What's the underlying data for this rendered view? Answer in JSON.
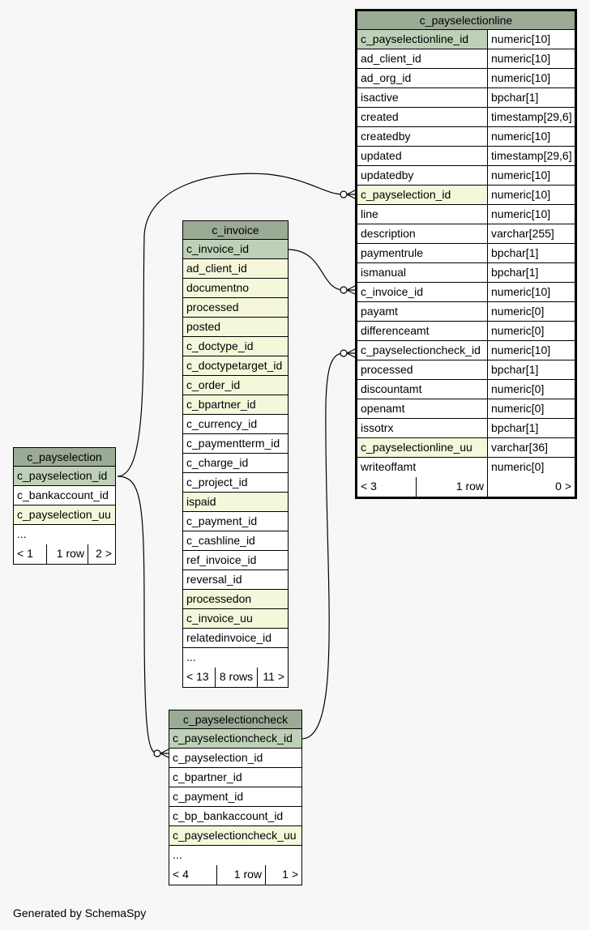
{
  "tables": {
    "c_payselectionline": {
      "name": "c_payselectionline",
      "columns": [
        {
          "name": "c_payselectionline_id",
          "type": "numeric[10]",
          "kind": "pk"
        },
        {
          "name": "ad_client_id",
          "type": "numeric[10]",
          "kind": ""
        },
        {
          "name": "ad_org_id",
          "type": "numeric[10]",
          "kind": ""
        },
        {
          "name": "isactive",
          "type": "bpchar[1]",
          "kind": ""
        },
        {
          "name": "created",
          "type": "timestamp[29,6]",
          "kind": ""
        },
        {
          "name": "createdby",
          "type": "numeric[10]",
          "kind": ""
        },
        {
          "name": "updated",
          "type": "timestamp[29,6]",
          "kind": ""
        },
        {
          "name": "updatedby",
          "type": "numeric[10]",
          "kind": ""
        },
        {
          "name": "c_payselection_id",
          "type": "numeric[10]",
          "kind": "fk"
        },
        {
          "name": "line",
          "type": "numeric[10]",
          "kind": ""
        },
        {
          "name": "description",
          "type": "varchar[255]",
          "kind": ""
        },
        {
          "name": "paymentrule",
          "type": "bpchar[1]",
          "kind": ""
        },
        {
          "name": "ismanual",
          "type": "bpchar[1]",
          "kind": ""
        },
        {
          "name": "c_invoice_id",
          "type": "numeric[10]",
          "kind": ""
        },
        {
          "name": "payamt",
          "type": "numeric[0]",
          "kind": ""
        },
        {
          "name": "differenceamt",
          "type": "numeric[0]",
          "kind": ""
        },
        {
          "name": "c_payselectioncheck_id",
          "type": "numeric[10]",
          "kind": ""
        },
        {
          "name": "processed",
          "type": "bpchar[1]",
          "kind": ""
        },
        {
          "name": "discountamt",
          "type": "numeric[0]",
          "kind": ""
        },
        {
          "name": "openamt",
          "type": "numeric[0]",
          "kind": ""
        },
        {
          "name": "issotrx",
          "type": "bpchar[1]",
          "kind": ""
        },
        {
          "name": "c_payselectionline_uu",
          "type": "varchar[36]",
          "kind": "fk"
        },
        {
          "name": "writeoffamt",
          "type": "numeric[0]",
          "kind": ""
        }
      ],
      "footer": {
        "parents": "< 3",
        "rows": "1 row",
        "children": "0 >"
      }
    },
    "c_invoice": {
      "name": "c_invoice",
      "columns": [
        {
          "name": "c_invoice_id",
          "kind": "pk"
        },
        {
          "name": "ad_client_id",
          "kind": "fk"
        },
        {
          "name": "documentno",
          "kind": "fk"
        },
        {
          "name": "processed",
          "kind": "fk"
        },
        {
          "name": "posted",
          "kind": "fk"
        },
        {
          "name": "c_doctype_id",
          "kind": "fk"
        },
        {
          "name": "c_doctypetarget_id",
          "kind": "fk"
        },
        {
          "name": "c_order_id",
          "kind": "fk"
        },
        {
          "name": "c_bpartner_id",
          "kind": "fk"
        },
        {
          "name": "c_currency_id",
          "kind": ""
        },
        {
          "name": "c_paymentterm_id",
          "kind": ""
        },
        {
          "name": "c_charge_id",
          "kind": ""
        },
        {
          "name": "c_project_id",
          "kind": ""
        },
        {
          "name": "ispaid",
          "kind": "fk"
        },
        {
          "name": "c_payment_id",
          "kind": ""
        },
        {
          "name": "c_cashline_id",
          "kind": ""
        },
        {
          "name": "ref_invoice_id",
          "kind": ""
        },
        {
          "name": "reversal_id",
          "kind": ""
        },
        {
          "name": "processedon",
          "kind": "fk"
        },
        {
          "name": "c_invoice_uu",
          "kind": "fk"
        },
        {
          "name": "relatedinvoice_id",
          "kind": ""
        },
        {
          "name": "...",
          "kind": ""
        }
      ],
      "footer": {
        "parents": "< 13",
        "rows": "8 rows",
        "children": "11 >"
      }
    },
    "c_payselection": {
      "name": "c_payselection",
      "columns": [
        {
          "name": "c_payselection_id",
          "kind": "pk"
        },
        {
          "name": "c_bankaccount_id",
          "kind": ""
        },
        {
          "name": "c_payselection_uu",
          "kind": "fk"
        },
        {
          "name": "...",
          "kind": ""
        }
      ],
      "footer": {
        "parents": "< 1",
        "rows": "1 row",
        "children": "2 >"
      }
    },
    "c_payselectioncheck": {
      "name": "c_payselectioncheck",
      "columns": [
        {
          "name": "c_payselectioncheck_id",
          "kind": "pk"
        },
        {
          "name": "c_payselection_id",
          "kind": ""
        },
        {
          "name": "c_bpartner_id",
          "kind": ""
        },
        {
          "name": "c_payment_id",
          "kind": ""
        },
        {
          "name": "c_bp_bankaccount_id",
          "kind": ""
        },
        {
          "name": "c_payselectioncheck_uu",
          "kind": "fk"
        },
        {
          "name": "...",
          "kind": ""
        }
      ],
      "footer": {
        "parents": "< 4",
        "rows": "1 row",
        "children": "1 >"
      }
    }
  },
  "footer_note": "Generated by SchemaSpy",
  "colors": {
    "header": "#9bab96",
    "pk": "#bed1b8",
    "fk": "#f4f7da",
    "background": "#f7f7f7"
  }
}
